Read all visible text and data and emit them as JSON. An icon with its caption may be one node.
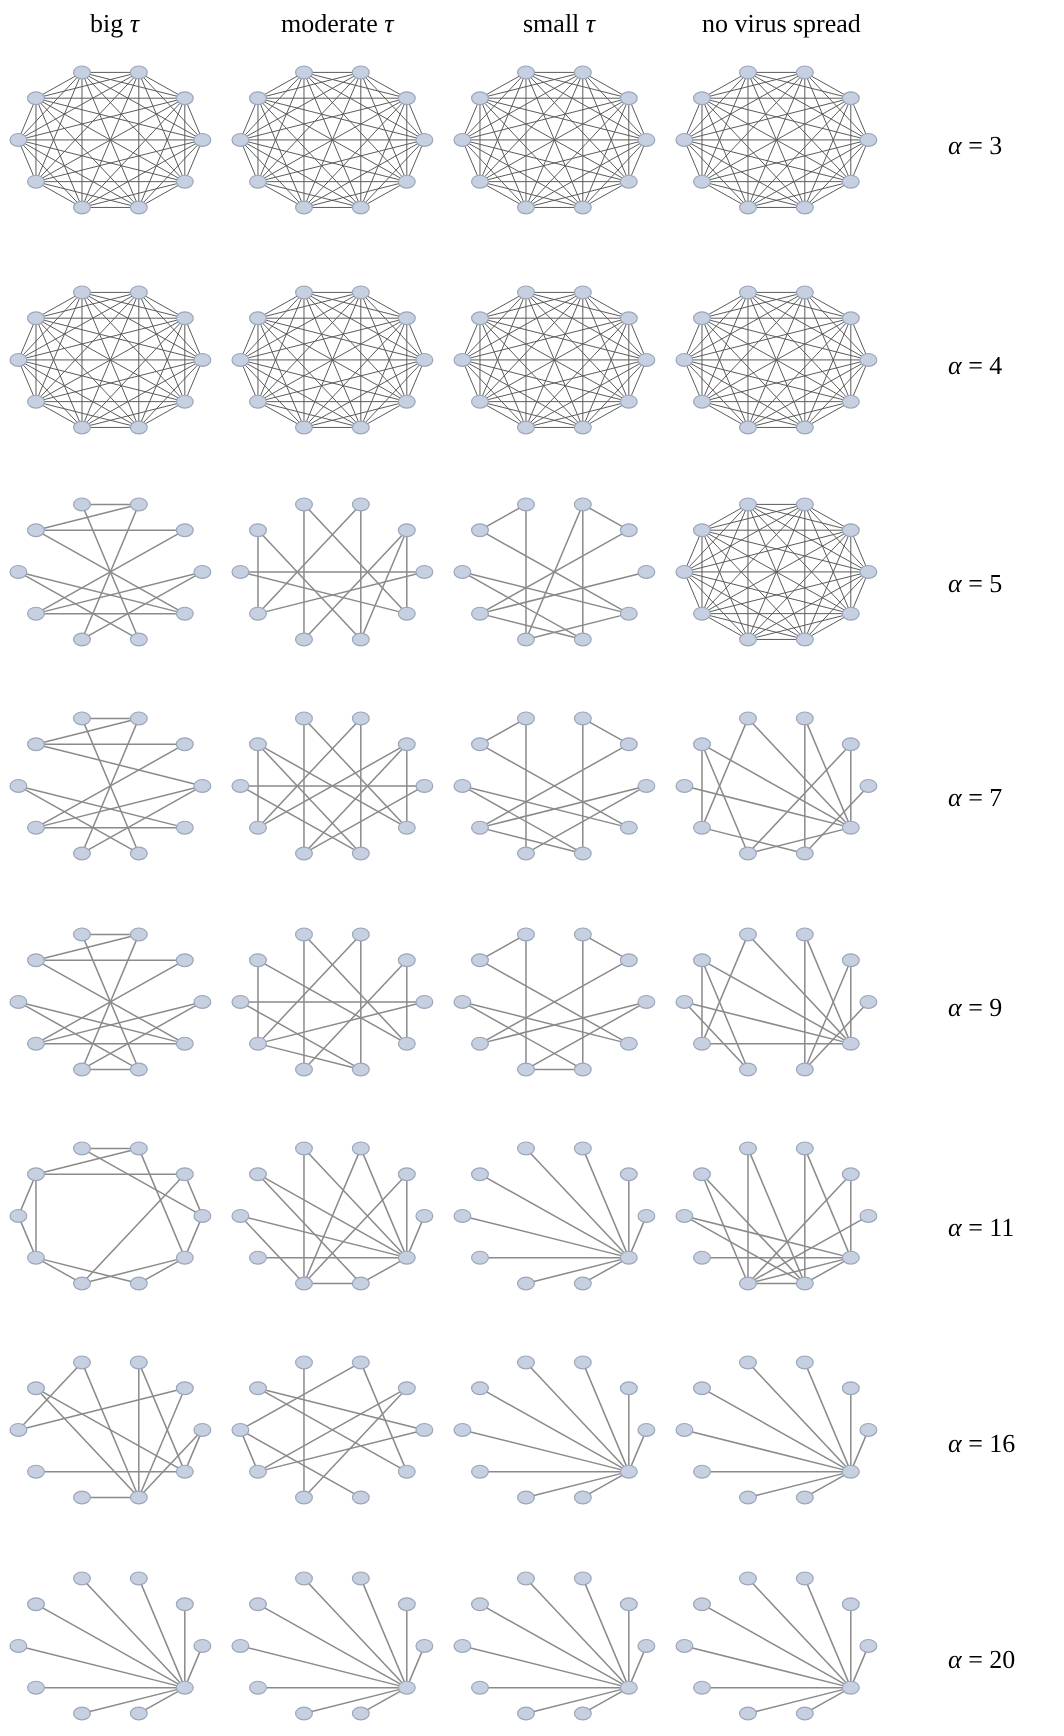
{
  "diagram": {
    "labels": [
      "big *τ*",
      "moderate *τ*",
      "small *τ*",
      "no virus spread",
      "*α* = 3",
      "*α* = 4",
      "*α* = 5",
      "*α* = 7",
      "*α* = 9",
      "*α* = 11",
      "*α* = 16",
      "*α* = 20"
    ]
  }
}
